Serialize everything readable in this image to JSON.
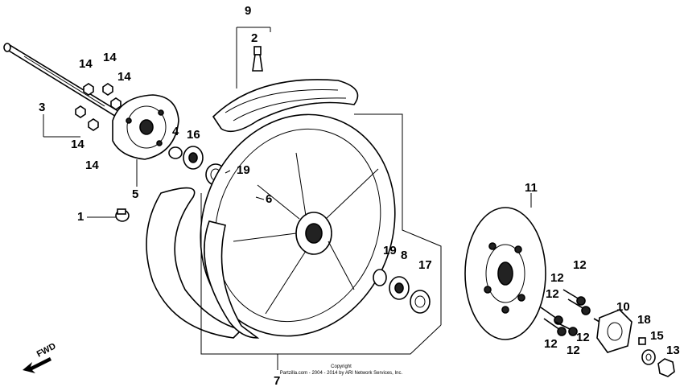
{
  "diagram": {
    "callouts": [
      "9",
      "2",
      "14",
      "14",
      "14",
      "3",
      "14",
      "14",
      "5",
      "4",
      "16",
      "19",
      "6",
      "1",
      "7",
      "19",
      "8",
      "17",
      "11",
      "12",
      "12",
      "12",
      "12",
      "12",
      "12",
      "10",
      "18",
      "15",
      "13"
    ],
    "fwd_label": "FWD",
    "copyright_line1": "Copyright",
    "copyright_line2": "Partzilla.com - 2004 - 2014 by ARI Network Services, Inc."
  }
}
